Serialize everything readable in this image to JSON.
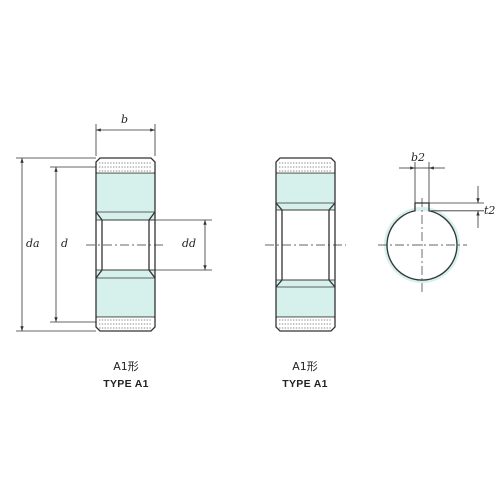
{
  "labels": {
    "b": "b",
    "da": "da",
    "d": "d",
    "dd": "dd",
    "b2": "b2",
    "t2": "t2"
  },
  "captions": [
    {
      "jp": "A1形",
      "en": "TYPE A1"
    },
    {
      "jp": "A1形",
      "en": "TYPE A1"
    }
  ],
  "colors": {
    "face_fill": "#d6f0ec",
    "line": "#333333"
  }
}
